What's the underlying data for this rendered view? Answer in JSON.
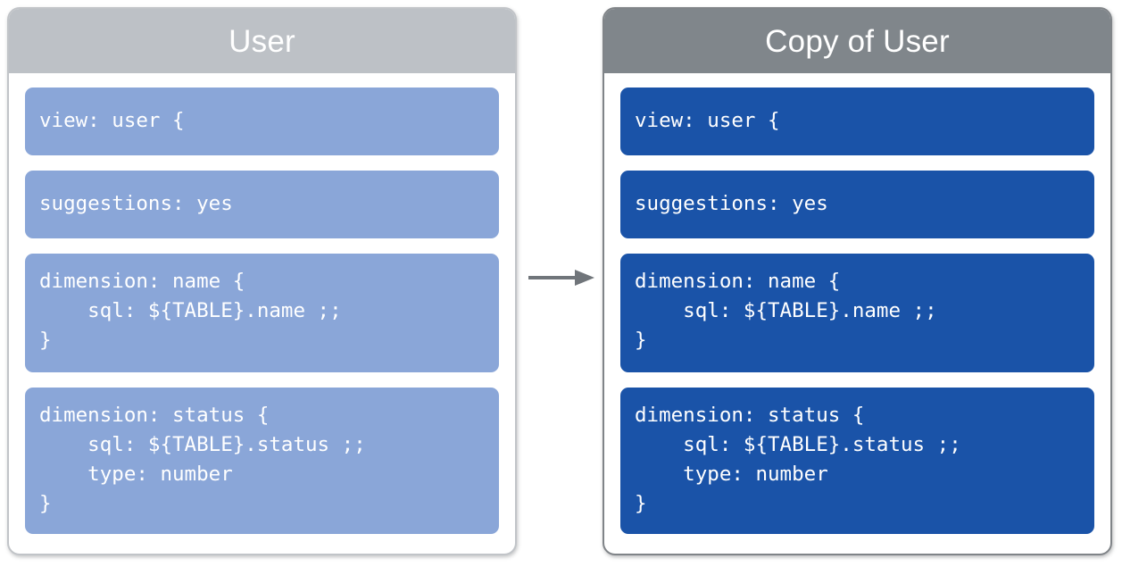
{
  "diagram": {
    "title_left": "User",
    "title_right": "Copy of User",
    "arrow_icon": "arrow-right-icon",
    "colors": {
      "header_left": "#bdc1c6",
      "header_right": "#80868b",
      "block_left": "#8aa6d8",
      "block_right": "#1a53a8",
      "arrow": "#70757a",
      "panel_background": "#ffffff",
      "text": "#ffffff"
    }
  },
  "source_panel": {
    "title": "User",
    "blocks": [
      {
        "name": "view-declaration",
        "code": "view: user {",
        "lines": 1
      },
      {
        "name": "suggestions-setting",
        "code": "suggestions: yes",
        "lines": 1
      },
      {
        "name": "dimension-name",
        "code": "dimension: name {\n    sql: ${TABLE}.name ;;\n}",
        "lines": 3
      },
      {
        "name": "dimension-status",
        "code": "dimension: status {\n    sql: ${TABLE}.status ;;\n    type: number\n}",
        "lines": 4
      }
    ]
  },
  "copy_panel": {
    "title": "Copy of User",
    "blocks": [
      {
        "name": "view-declaration",
        "code": "view: user {",
        "lines": 1
      },
      {
        "name": "suggestions-setting",
        "code": "suggestions: yes",
        "lines": 1
      },
      {
        "name": "dimension-name",
        "code": "dimension: name {\n    sql: ${TABLE}.name ;;\n}",
        "lines": 3
      },
      {
        "name": "dimension-status",
        "code": "dimension: status {\n    sql: ${TABLE}.status ;;\n    type: number\n}",
        "lines": 4
      }
    ]
  }
}
